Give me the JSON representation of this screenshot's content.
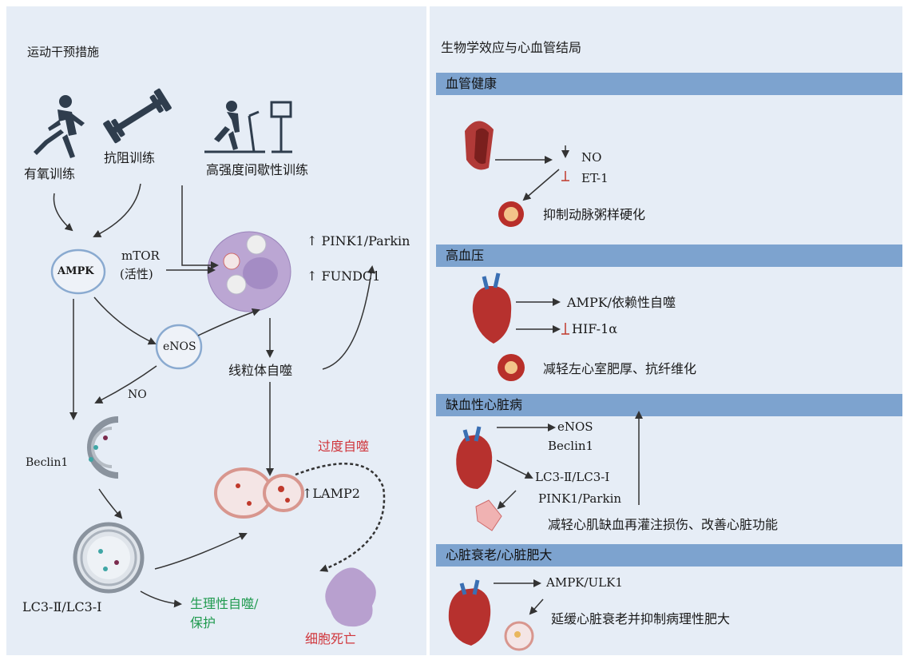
{
  "left": {
    "title": "运动干预措施",
    "aerobic": "有氧训练",
    "resistance": "抗阻训练",
    "hiit": "高强度间歇性训练",
    "ampk": "AMPK",
    "mtor": "mTOR",
    "mtor_active": "(活性)",
    "pink1": "↑ PINK1/Parkin",
    "fundc1": "↑ FUNDC1",
    "enos": "eNOS",
    "mitophagy": "线粒体自噬",
    "no": "NO",
    "beclin1": "Beclin1",
    "excess": "过度自噬",
    "lamp2": "↑LAMP2",
    "lc3": "LC3-Ⅱ/LC3-Ⅰ",
    "physio_1": "生理性自噬/",
    "physio_2": "保护",
    "death": "细胞死亡"
  },
  "right": {
    "title": "生物学效应与心血管结局",
    "s1": {
      "header": "血管健康",
      "no": "NO",
      "et1": "ET-1",
      "outcome": "抑制动脉粥样硬化"
    },
    "s2": {
      "header": "高血压",
      "ampk": "AMPK/依赖性自噬",
      "hif": "HIF-1α",
      "outcome": "减轻左心室肥厚、抗纤维化"
    },
    "s3": {
      "header": "缺血性心脏病",
      "enos": "eNOS",
      "beclin": "Beclin1",
      "lc3": "LC3-Ⅱ/LC3-Ⅰ",
      "pink": "PINK1/Parkin",
      "outcome": "减轻心肌缺血再灌注损伤、改善心脏功能"
    },
    "s4": {
      "header": "心脏衰老/心脏肥大",
      "ampk": "AMPK/ULK1",
      "outcome": "延缓心脏衰老并抑制病理性肥大"
    }
  }
}
